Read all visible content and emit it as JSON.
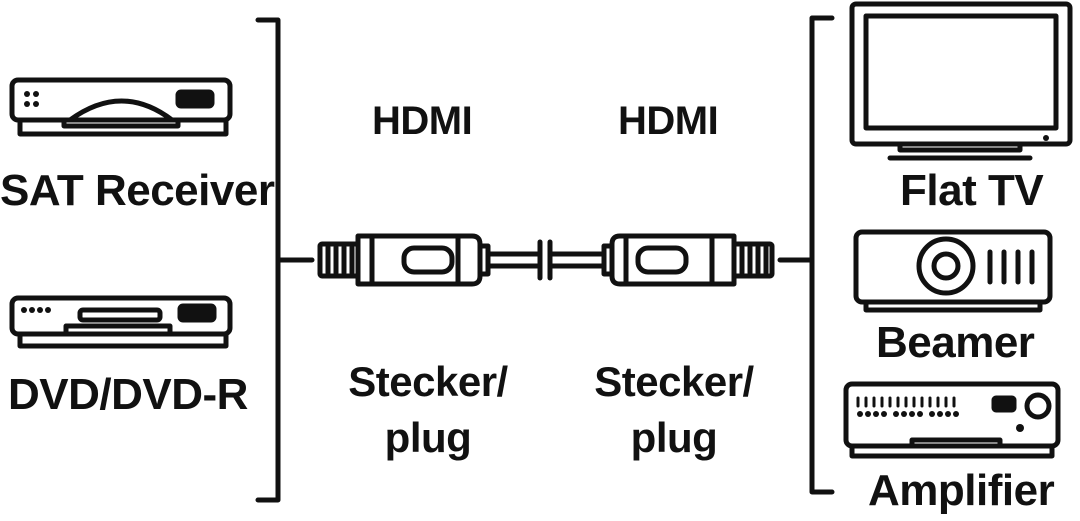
{
  "left_devices": {
    "sat_receiver_label": "SAT Receiver",
    "dvd_label": "DVD/DVD-R"
  },
  "right_devices": {
    "flat_tv_label": "Flat TV",
    "beamer_label": "Beamer",
    "amplifier_label": "Amplifier"
  },
  "cable": {
    "left_connector_type": "HDMI",
    "right_connector_type": "HDMI",
    "left_plug_line1": "Stecker/",
    "left_plug_line2": "plug",
    "right_plug_line1": "Stecker/",
    "right_plug_line2": "plug"
  },
  "colors": {
    "ink": "#111111",
    "background": "#ffffff"
  }
}
